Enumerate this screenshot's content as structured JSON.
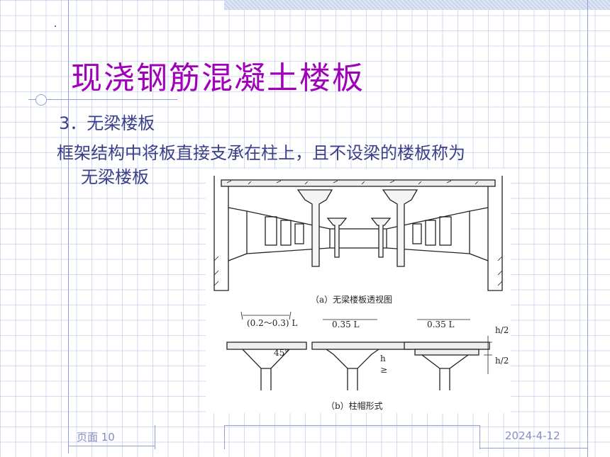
{
  "slide": {
    "title": "现浇钢筋混凝土楼板",
    "subtitle": "3．无梁楼板",
    "body_line1": "框架结构中将板直接支承在柱上，且不设梁的楼板称为",
    "body_line2": "无梁楼板"
  },
  "figure": {
    "caption_a": "（a）无梁楼板透视图",
    "caption_b": "（b）柱帽形式",
    "dim_1": "(0.2～0.3) L",
    "dim_2": "0.35 L",
    "dim_3": "0.35 L",
    "angle": "45°",
    "h_label": "h",
    "ge_label": "≥",
    "h2_top": "h/2",
    "h2_bottom": "h/2"
  },
  "footer": {
    "page": "页面 10",
    "date": "2024-4-12"
  },
  "colors": {
    "title": "#a000b8",
    "text": "#3b3f8a",
    "grid": "#b0bee2",
    "footer": "#8a8ac8"
  }
}
